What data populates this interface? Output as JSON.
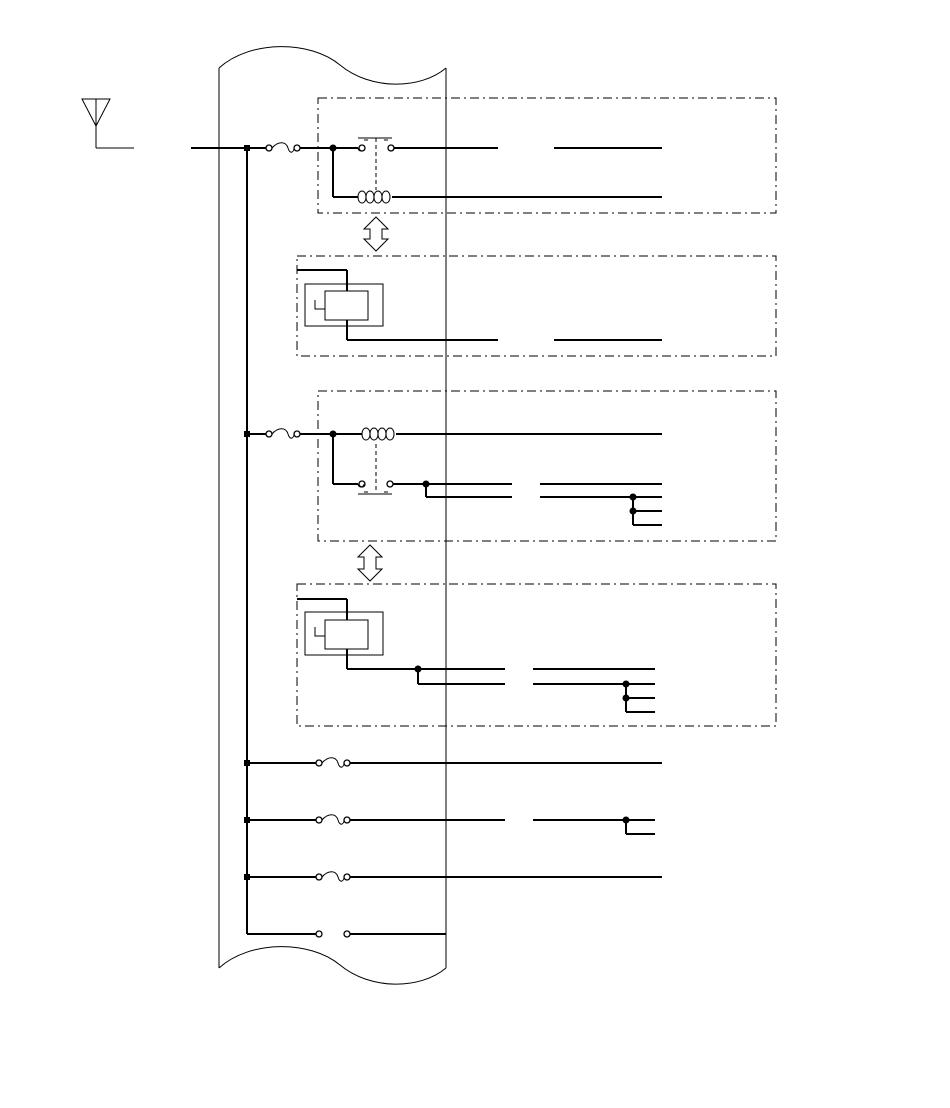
{
  "diagram": {
    "type": "electrical-wiring-schematic",
    "elements": [
      "antenna-icon",
      "junction-block",
      "fuse-icon",
      "relay-coil-icon",
      "relay-contact-icon",
      "control-module-icon",
      "bidirectional-arrow-icon",
      "splice-dot"
    ],
    "colors": {
      "line": "#000000",
      "background": "#ffffff"
    }
  }
}
